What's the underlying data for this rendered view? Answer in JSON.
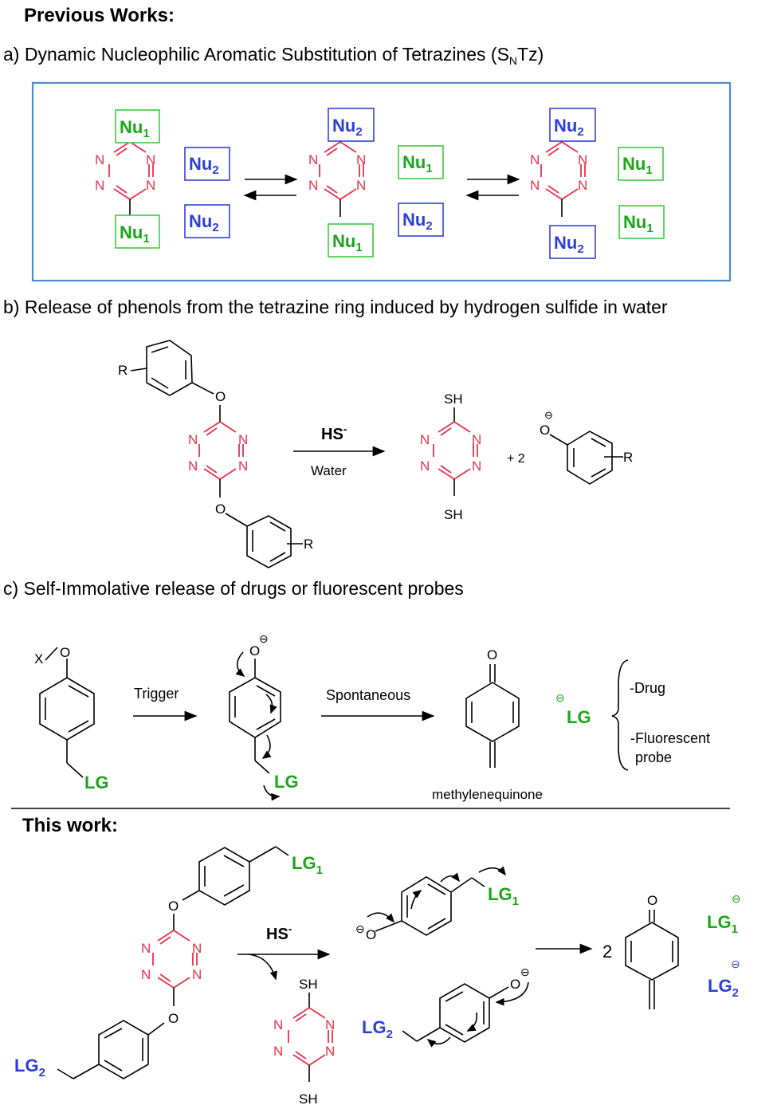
{
  "headings": {
    "previous": "Previous Works:",
    "this_work": "This work:"
  },
  "sections": {
    "a": {
      "label": "a) Dynamic Nucleophilic Aromatic Substitution of Tetrazines (S",
      "sub": "N",
      "tail": "Tz)"
    },
    "b": {
      "label": "b) Release of phenols from the tetrazine  ring induced by hydrogen sulfide in water"
    },
    "c": {
      "label": "c) Self-Immolative release of drugs or fluorescent probes"
    }
  },
  "atoms": {
    "N": "N",
    "O": "O",
    "R": "R",
    "SH": "SH",
    "X": "X",
    "minus": "⊖"
  },
  "nucleophiles": {
    "nu": "Nu",
    "one": "1",
    "two": "2"
  },
  "reaction_b": {
    "reagent": "HS",
    "reagent_charge": "-",
    "solvent": "Water",
    "coefficient": "+ 2"
  },
  "reaction_c": {
    "trigger": "Trigger",
    "spontaneous": "Spontaneous",
    "product": "methylenequinone",
    "lg": "LG",
    "drug": "-Drug",
    "probe_line1": "-Fluorescent",
    "probe_line2": "probe"
  },
  "this_work": {
    "reagent": "HS",
    "reagent_charge": "-",
    "lg": "LG",
    "lg1_sub": "1",
    "lg2_sub": "2",
    "coefficient": "2"
  },
  "colors": {
    "green": "#1aa51a",
    "blue": "#2b3fd6",
    "red": "#e8324a",
    "frame": "#4f8ccc"
  }
}
